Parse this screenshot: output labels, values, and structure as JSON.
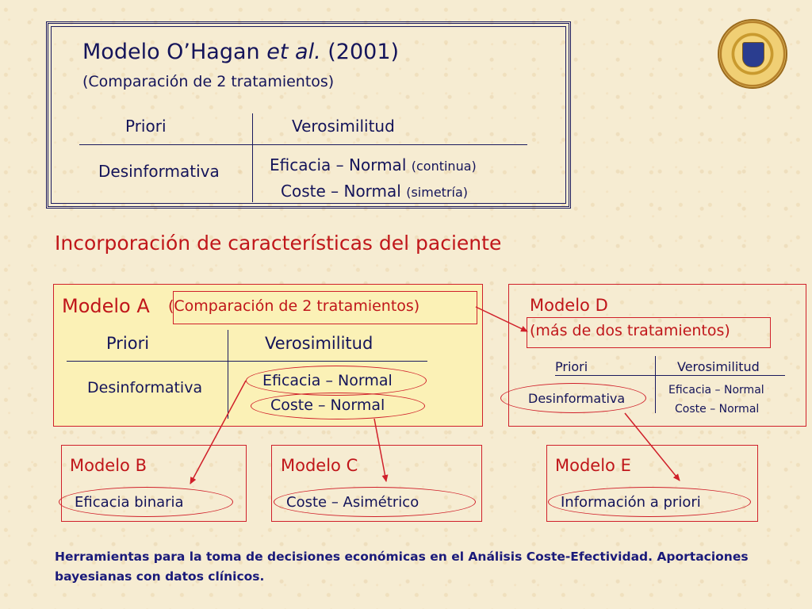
{
  "top": {
    "title": "Modelo O’Hagan",
    "title_italic": "et al.",
    "title_year": "(2001)",
    "subtitle": "(Comparación de 2 tratamientos)",
    "col_priori": "Priori",
    "col_verosimilitud": "Verosimilitud",
    "priori_value": "Desinformativa",
    "line1_main": "Eficacia – Normal",
    "line1_note": "(continua)",
    "line2_main": "Coste – Normal",
    "line2_note": "(simetría)"
  },
  "section_heading": "Incorporación de características del paciente",
  "modelo_a": {
    "title": "Modelo A",
    "subtitle": "(Comparación de 2 tratamientos)",
    "col_priori": "Priori",
    "col_verosimilitud": "Verosimilitud",
    "priori_value": "Desinformativa",
    "line1": "Eficacia – Normal",
    "line2": "Coste – Normal"
  },
  "modelo_d": {
    "title": "Modelo D",
    "subtitle": "(más de dos tratamientos)",
    "col_priori": "Priori",
    "col_verosimilitud": "Verosimilitud",
    "priori_value": "Desinformativa",
    "line1": "Eficacia – Normal",
    "line2": "Coste – Normal"
  },
  "modelo_b": {
    "title": "Modelo B",
    "item": "Eficacia binaria"
  },
  "modelo_c": {
    "title": "Modelo C",
    "item": "Coste – Asimétrico"
  },
  "modelo_e": {
    "title": "Modelo E",
    "item": "Información a priori"
  },
  "footer": {
    "line1": "Herramientas para la toma de decisiones económicas en el Análisis Coste-Efectividad. Aportaciones",
    "line2": "bayesianas con datos clínicos."
  },
  "colors": {
    "navy": "#14145a",
    "red": "#c0161a",
    "box_red": "#d0202a",
    "yellow": "#fbf1b6",
    "background": "#f6ecd2"
  },
  "icons": {
    "seal": "university-seal-icon"
  }
}
